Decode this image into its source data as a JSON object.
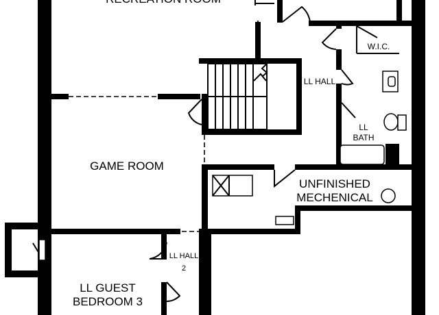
{
  "rooms": {
    "recreation_room": "RECREATION ROOM",
    "game_room": "GAME ROOM",
    "ll_hall": "LL HALL",
    "wic": "W.I.C.",
    "ll_bath": [
      "LL",
      "BATH"
    ],
    "unfinished_mechanical": [
      "UNFINISHED",
      "MECHENICAL"
    ],
    "ll_hall_2": [
      "LL HALL",
      "2"
    ],
    "ll_guest_bedroom_3": [
      "LL GUEST",
      "BEDROOM 3"
    ]
  },
  "colors": {
    "wall": "#000000",
    "background": "#ffffff"
  }
}
